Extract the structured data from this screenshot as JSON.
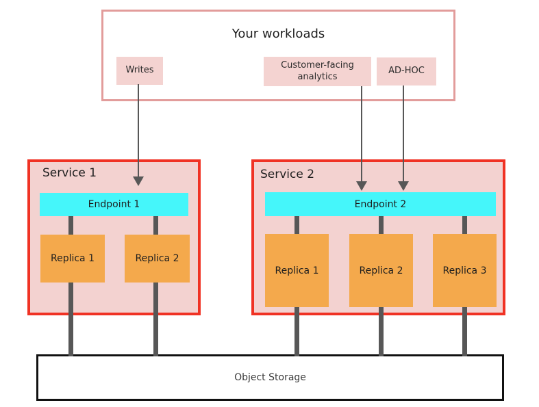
{
  "workloads": {
    "title": "Your workloads",
    "items": [
      {
        "label": "Writes"
      },
      {
        "label": "Customer-facing analytics"
      },
      {
        "label": "AD-HOC"
      }
    ]
  },
  "services": [
    {
      "name": "Service 1",
      "endpoint": "Endpoint 1",
      "replicas": [
        "Replica 1",
        "Replica 2"
      ]
    },
    {
      "name": "Service 2",
      "endpoint": "Endpoint 2",
      "replicas": [
        "Replica 1",
        "Replica 2",
        "Replica 3"
      ]
    }
  ],
  "storage": {
    "label": "Object Storage"
  },
  "colors": {
    "workloads_border": "#e29c9b",
    "chip_fill": "#f4d3d1",
    "service_border": "#f03224",
    "service_fill": "#f3d2d0",
    "endpoint_fill": "#45f6fa",
    "replica_fill": "#f4a94c",
    "connector_gray": "#575757",
    "storage_border": "#111111"
  }
}
